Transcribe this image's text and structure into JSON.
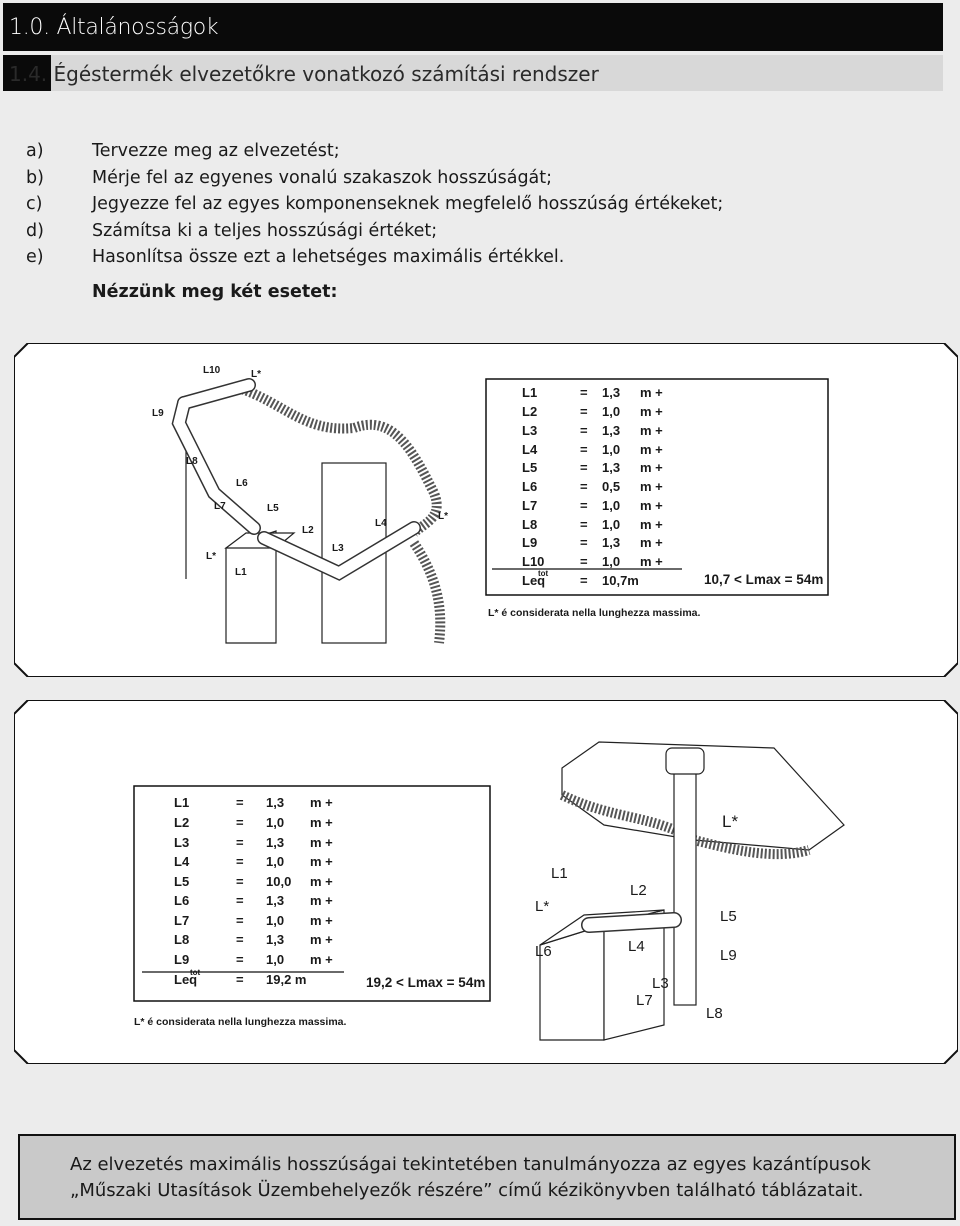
{
  "header": {
    "section": "1.0. Általánosságok",
    "subsection": "1.4. Égéstermék elvezetőkre vonatkozó számítási rendszer"
  },
  "steps": [
    {
      "key": "a)",
      "text": "Tervezze meg az elvezetést;"
    },
    {
      "key": "b)",
      "text": "Mérje fel az egyenes vonalú szakaszok hosszúságát;"
    },
    {
      "key": "c)",
      "text": "Jegyezze fel az egyes komponenseknek megfelelő hosszúság értékeket;"
    },
    {
      "key": "d)",
      "text": "Számítsa ki a teljes hosszúsági értéket;"
    },
    {
      "key": "e)",
      "text": "Hasonlítsa össze ezt a lehetséges maximális értékkel."
    }
  ],
  "intro": "Nézzünk meg két esetet:",
  "case1": {
    "rows": [
      {
        "name": "L1",
        "value": "1,3",
        "unit": "m +"
      },
      {
        "name": "L2",
        "value": "1,0",
        "unit": "m +"
      },
      {
        "name": "L3",
        "value": "1,3",
        "unit": "m +"
      },
      {
        "name": "L4",
        "value": "1,0",
        "unit": "m +"
      },
      {
        "name": "L5",
        "value": "1,3",
        "unit": "m +"
      },
      {
        "name": "L6",
        "value": "0,5",
        "unit": "m +"
      },
      {
        "name": "L7",
        "value": "1,0",
        "unit": "m +"
      },
      {
        "name": "L8",
        "value": "1,0",
        "unit": "m +"
      },
      {
        "name": "L9",
        "value": "1,3",
        "unit": "m +"
      },
      {
        "name": "L10",
        "value": "1,0",
        "unit": "m +"
      }
    ],
    "total_name": "Leq",
    "total_sup": "tot",
    "total_value": "10,7m",
    "comparison": "10,7 < Lmax = 54m",
    "note": "L* é considerata nella lunghezza massima.",
    "labels": [
      "L10",
      "L*",
      "L9",
      "L8",
      "L6",
      "L7",
      "L5",
      "L2",
      "L4",
      "L*",
      "L3",
      "L*",
      "L1"
    ]
  },
  "case2": {
    "rows": [
      {
        "name": "L1",
        "value": "1,3",
        "unit": "m +"
      },
      {
        "name": "L2",
        "value": "1,0",
        "unit": "m +"
      },
      {
        "name": "L3",
        "value": "1,3",
        "unit": "m +"
      },
      {
        "name": "L4",
        "value": "1,0",
        "unit": "m +"
      },
      {
        "name": "L5",
        "value": "10,0",
        "unit": "m +"
      },
      {
        "name": "L6",
        "value": "1,3",
        "unit": "m +"
      },
      {
        "name": "L7",
        "value": "1,0",
        "unit": "m +"
      },
      {
        "name": "L8",
        "value": "1,3",
        "unit": "m +"
      },
      {
        "name": "L9",
        "value": "1,0",
        "unit": "m +"
      }
    ],
    "total_name": "Leq",
    "total_sup": "tot",
    "total_value": "19,2 m",
    "comparison": "19,2 < Lmax = 54m",
    "note": "L* é considerata nella lunghezza massima.",
    "labels": [
      "L*",
      "L1",
      "L*",
      "L2",
      "L6",
      "L4",
      "L5",
      "L9",
      "L3",
      "L7",
      "L8"
    ]
  },
  "footer": {
    "line1": "Az elvezetés maximális hosszúságai tekintetében tanulmányozza az egyes kazántípusok",
    "line2": "„Műszaki Utasítások Üzembehelyezők részére”  című kézikönyvben található táblázatait."
  }
}
